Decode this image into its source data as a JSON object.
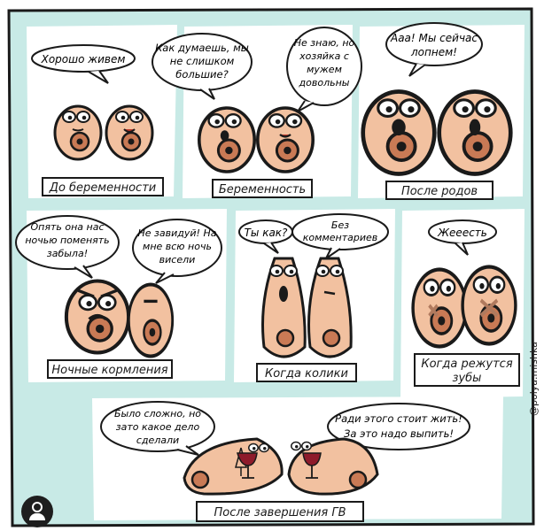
{
  "colors": {
    "panel": "#c8eae6",
    "skin": "#f2c1a0",
    "skin_shade": "#d99273",
    "nipple": "#c97a55",
    "ink": "#1a1a1a"
  },
  "panels": [
    {
      "caption": "До беременности",
      "bubbles": [
        {
          "text": "Хорошо живем"
        }
      ]
    },
    {
      "caption": "Беременность",
      "bubbles": [
        {
          "line1": "Как думаешь, мы",
          "line2": "не слишком",
          "line3": "большие?"
        },
        {
          "line1": "Не знаю, но",
          "line2": "хозяйка с",
          "line3": "мужем",
          "line4": "довольны"
        }
      ]
    },
    {
      "caption": "После родов",
      "bubbles": [
        {
          "line1": "Ааа! Мы сейчас",
          "line2": "лопнем!"
        }
      ]
    },
    {
      "caption": "Ночные кормления",
      "bubbles": [
        {
          "line1": "Опять она нас",
          "line2": "ночью поменять",
          "line3": "забыла!"
        },
        {
          "line1": "Не завидуй! На",
          "line2": "мне всю ночь",
          "line3": "висели"
        }
      ]
    },
    {
      "caption": "Когда колики",
      "bubbles": [
        {
          "text": "Ты как?"
        },
        {
          "line1": "Без",
          "line2": "комментариев"
        }
      ]
    },
    {
      "caption_line1": "Когда режутся",
      "caption_line2": "зубы",
      "bubbles": [
        {
          "text": "Жееесть"
        }
      ]
    },
    {
      "caption": "После завершения ГВ",
      "bubbles": [
        {
          "line1": "Было сложно, но",
          "line2": "зато какое дело",
          "line3": "сделали"
        },
        {
          "line1": "Ради этого стоит жить!",
          "line2": "За это надо выпить!"
        }
      ]
    }
  ],
  "credit": "@polya.mishka",
  "avatar_icon": "user-icon"
}
